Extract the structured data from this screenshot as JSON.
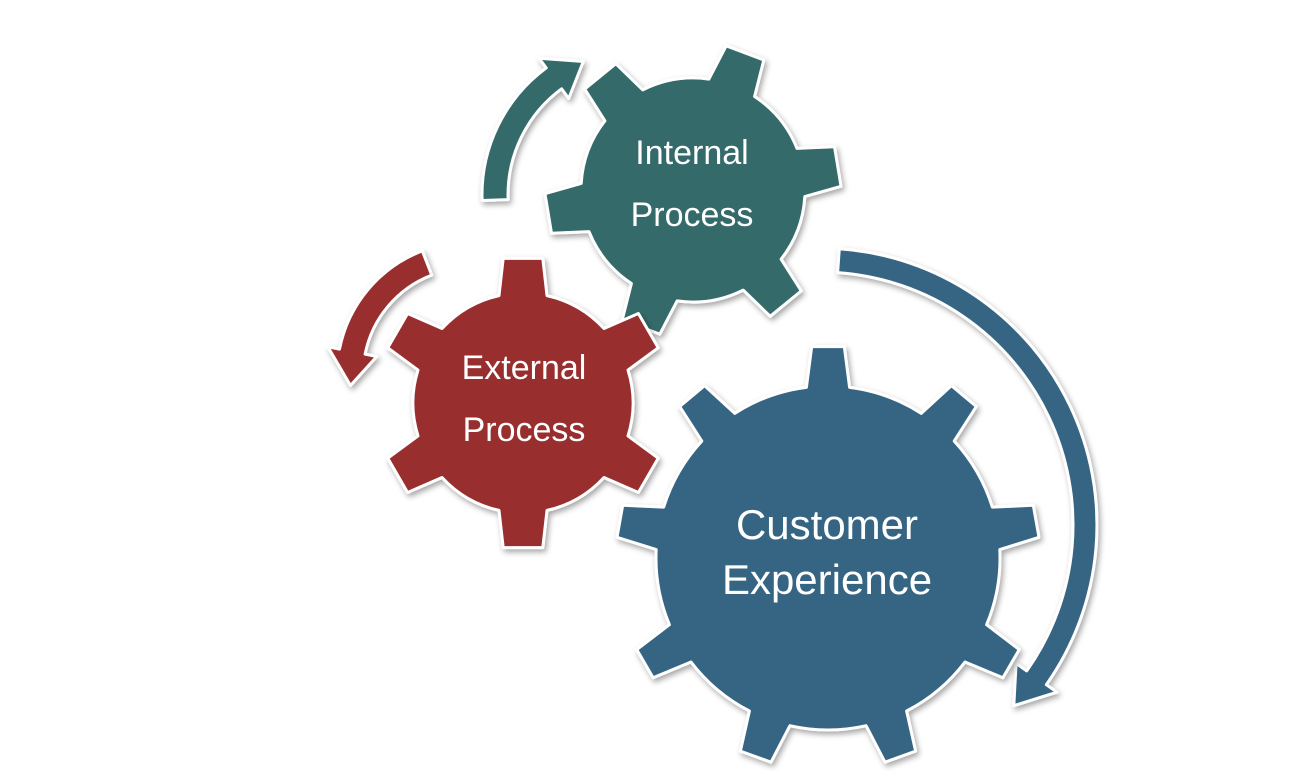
{
  "gears": [
    {
      "id": "internal",
      "lines": [
        "Internal",
        "Process"
      ],
      "color": "#356a6a",
      "teeth": 6
    },
    {
      "id": "external",
      "lines": [
        "External",
        "Process"
      ],
      "color": "#992e2e",
      "teeth": 6
    },
    {
      "id": "customer",
      "lines": [
        "Customer",
        "Experience"
      ],
      "color": "#366583",
      "teeth": 9
    }
  ],
  "arrows": [
    {
      "id": "teal",
      "color": "#356a6a"
    },
    {
      "id": "red",
      "color": "#992e2e"
    },
    {
      "id": "blue",
      "color": "#366583"
    }
  ]
}
